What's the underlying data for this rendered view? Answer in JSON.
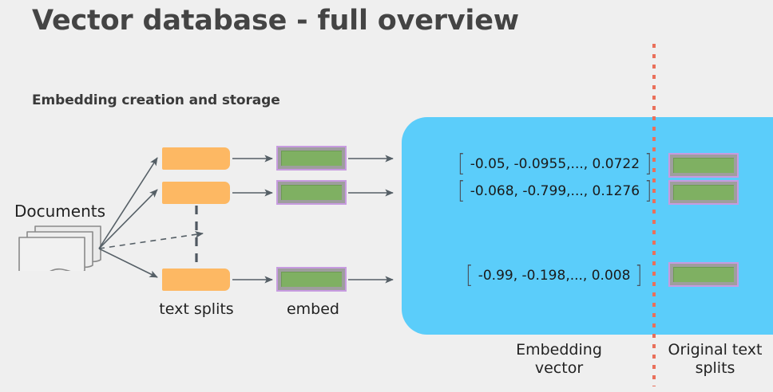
{
  "page": {
    "title": "Vector database - full overview",
    "subtitle": "Embedding creation and storage",
    "background_color": "#efefef",
    "title_color": "#444444"
  },
  "colors": {
    "panel_blue": "#5BCDFA",
    "orange_box": "#FDB863",
    "green_fill": "#7FB062",
    "green_border": "#C79BE0",
    "green_bevel": "#9e9e9e",
    "divider_red": "#E9705B",
    "arrow_gray": "#555f66",
    "text_dark": "#222222"
  },
  "left_flow": {
    "documents_label": "Documents",
    "documents_icon": "documents-stack-icon",
    "text_splits_caption": "text splits",
    "embed_caption": "embed",
    "splits": [
      {
        "id": "split-1",
        "icon": "orange-chunk-icon"
      },
      {
        "id": "split-2",
        "icon": "orange-chunk-icon"
      },
      {
        "id": "split-3",
        "icon": "orange-chunk-icon"
      }
    ],
    "embeds": [
      {
        "id": "embed-1",
        "icon": "green-embed-icon"
      },
      {
        "id": "embed-2",
        "icon": "green-embed-icon"
      },
      {
        "id": "embed-3",
        "icon": "green-embed-icon"
      }
    ]
  },
  "panel": {
    "embedding_vector_caption": "Embedding\nvector",
    "original_text_splits_caption": "Original text\nsplits",
    "vectors": [
      {
        "id": "vector-1",
        "open": "[",
        "value": "-0.05, -0.0955,..., 0.0722",
        "close": "]"
      },
      {
        "id": "vector-2",
        "open": "[",
        "value": "-0.068, -0.799,..., 0.1276",
        "close": "]"
      },
      {
        "id": "vector-3",
        "open": "[",
        "value": "-0.99, -0.198,..., 0.008",
        "close": "]"
      }
    ],
    "stored_splits": [
      {
        "id": "stored-split-1",
        "icon": "green-embed-icon"
      },
      {
        "id": "stored-split-2",
        "icon": "green-embed-icon"
      },
      {
        "id": "stored-split-3",
        "icon": "green-embed-icon"
      }
    ]
  }
}
